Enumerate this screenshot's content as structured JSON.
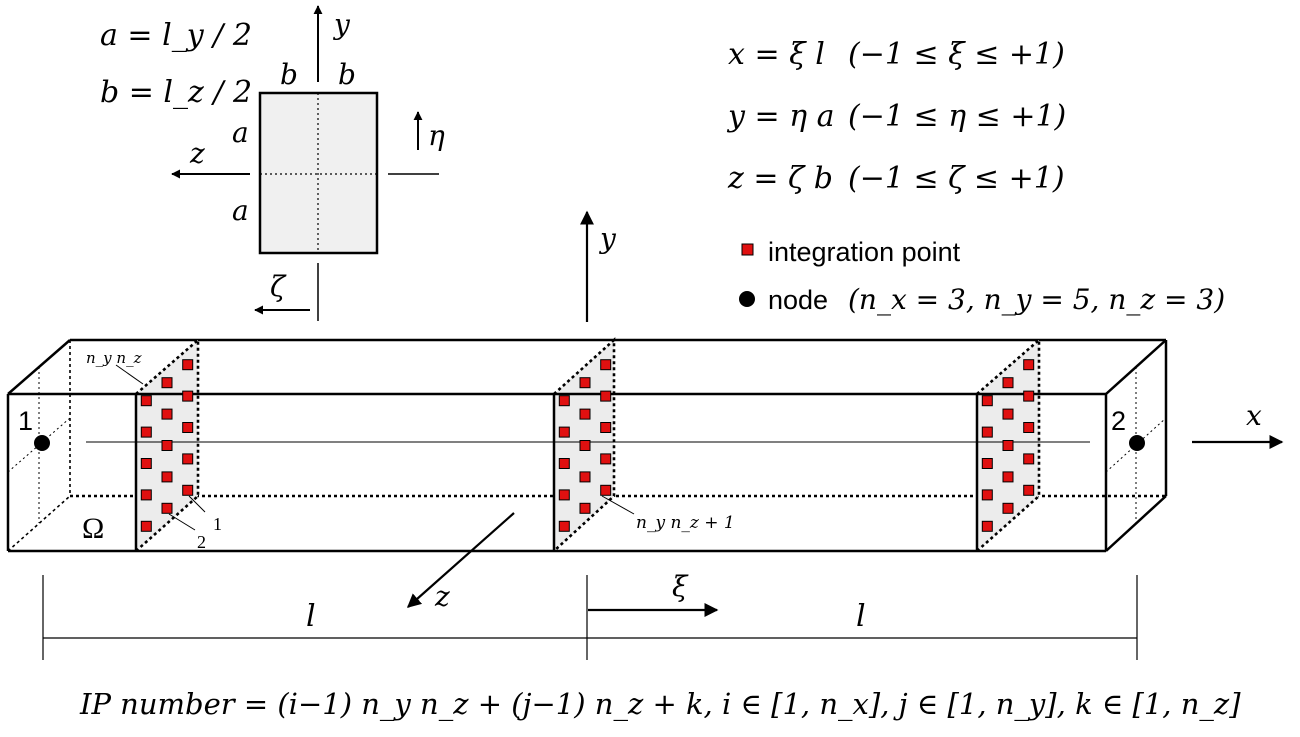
{
  "equations": {
    "a_def": "a = l_y / 2",
    "b_def": "b = l_z / 2",
    "x_map": "x = ξ l",
    "x_range": "(−1 ≤ ξ ≤ +1)",
    "y_map": "y = η a",
    "y_range": "(−1 ≤ η ≤ +1)",
    "z_map": "z = ζ b",
    "z_range": "(−1 ≤ ζ ≤ +1)",
    "ip_number": "IP number = (i−1) n_y n_z + (j−1) n_z + k,   i ∈ [1, n_x], j ∈ [1, n_y], k ∈ [1, n_z]"
  },
  "legend": {
    "integration_point": "integration point",
    "node": "node",
    "node_params": "(n_x = 3, n_y = 5, n_z = 3)",
    "ip_color": "#e01010",
    "node_color": "#000000"
  },
  "cross_section": {
    "y_axis": "y",
    "z_axis": "z",
    "eta": "η",
    "zeta": "ζ",
    "b_left": "b",
    "b_right": "b",
    "a_top": "a",
    "a_bottom": "a",
    "fill": "#f0f0f0"
  },
  "beam": {
    "node1": "1",
    "node2": "2",
    "domain": "Ω",
    "label_nynz": "n_y n_z",
    "label_1": "1",
    "label_2": "2",
    "label_nynz1": "n_y n_z + 1",
    "y_axis": "y",
    "x_axis": "x",
    "z_axis": "z",
    "xi": "ξ",
    "length_left": "l",
    "length_right": "l"
  }
}
